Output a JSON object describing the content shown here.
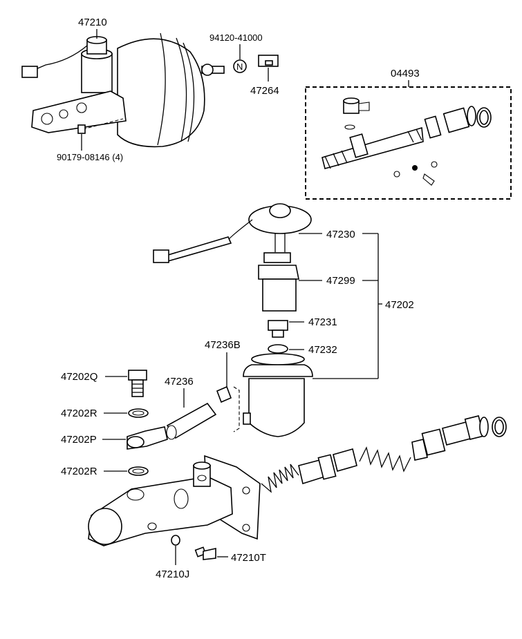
{
  "part_labels": {
    "p47210": "47210",
    "p94120": "94120-41000",
    "p47264": "47264",
    "p90179": "90179-08146 (4)",
    "p04493": "04493",
    "p47230": "47230",
    "p47299": "47299",
    "p47202": "47202",
    "p47231": "47231",
    "p47232": "47232",
    "p47236B": "47236B",
    "p47236": "47236",
    "p47202Q": "47202Q",
    "p47202R_top": "47202R",
    "p47202P": "47202P",
    "p47202R_bottom": "47202R",
    "p47210T": "47210T",
    "p47210J": "47210J"
  },
  "circle_marker": "N"
}
